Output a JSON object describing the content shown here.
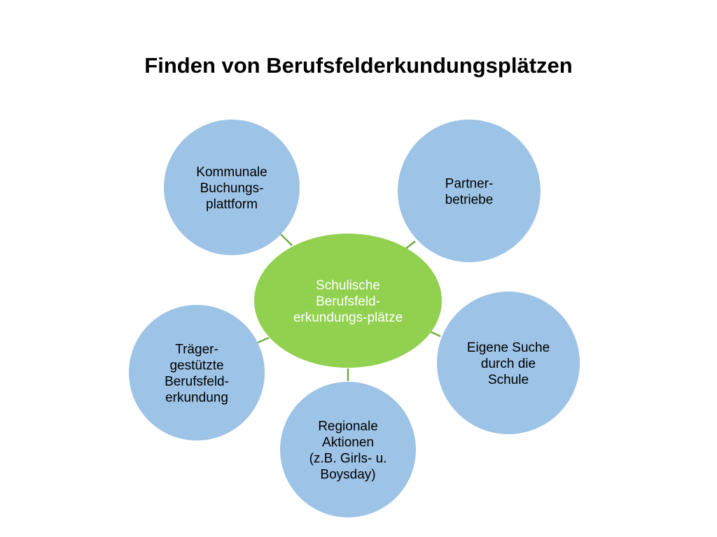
{
  "title": "Finden von Berufsfelderkundungsplätzen",
  "colors": {
    "center_fill": "#92d050",
    "center_text": "#ffffff",
    "outer_fill": "#9dc3e6",
    "outer_text": "#000000",
    "connector": "#70ad47"
  },
  "center": {
    "lines": [
      "Schulische",
      "Berufsfeld-",
      "erkundungs-plätze"
    ]
  },
  "nodes": [
    {
      "id": "kommunale-buchungsplattform",
      "lines": [
        "Kommunale",
        "Buchungs-",
        "plattform"
      ]
    },
    {
      "id": "partnerbetriebe",
      "lines": [
        "Partner-",
        "betriebe"
      ]
    },
    {
      "id": "eigene-suche",
      "lines": [
        "Eigene Suche",
        "durch die",
        "Schule"
      ]
    },
    {
      "id": "regionale-aktionen",
      "lines": [
        "Regionale",
        "Aktionen",
        "(z.B. Girls- u.",
        "Boysday)"
      ]
    },
    {
      "id": "traeger-gestuetzte",
      "lines": [
        "Träger-",
        "gestützte",
        "Berufsfeld-",
        "erkundung"
      ]
    }
  ]
}
